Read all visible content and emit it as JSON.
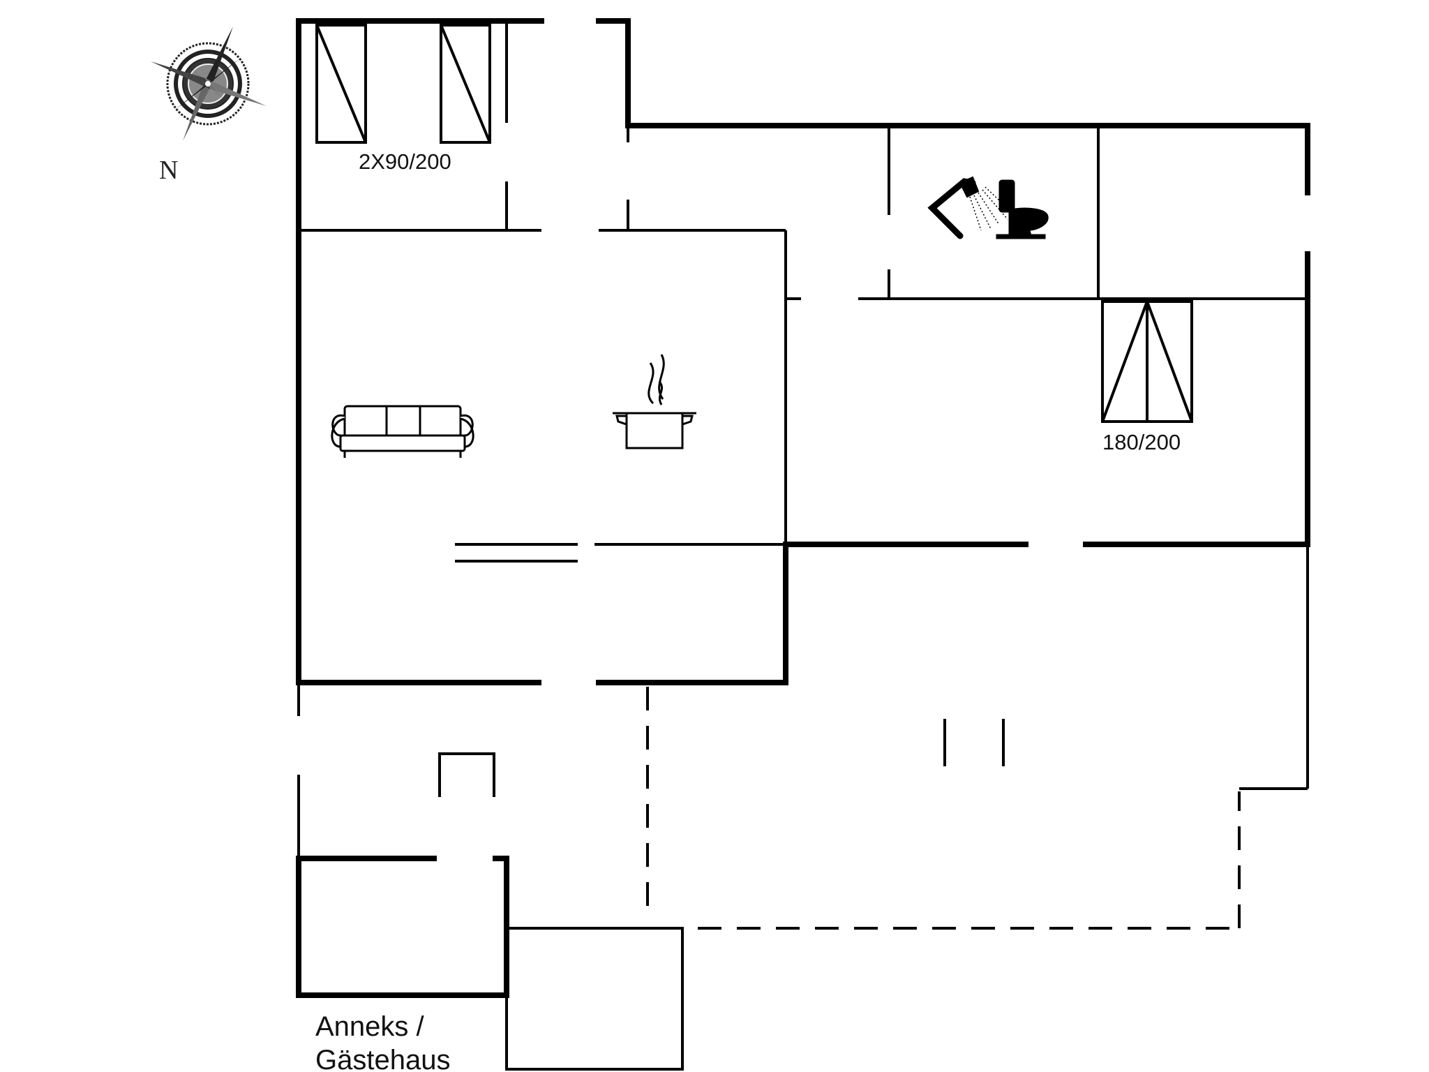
{
  "compass": {
    "north_label": "N",
    "icon": "compass-rose-icon"
  },
  "labels": {
    "twin_beds": "2X90/200",
    "double_bed": "180/200",
    "annex_line1": "Anneks /",
    "annex_line2": "Gästehaus"
  },
  "icons": {
    "sofa": "sofa-icon",
    "kitchen": "cooking-pot-icon",
    "shower": "shower-icon",
    "toilet": "toilet-icon"
  },
  "colors": {
    "ink": "#000000",
    "background": "#ffffff"
  }
}
